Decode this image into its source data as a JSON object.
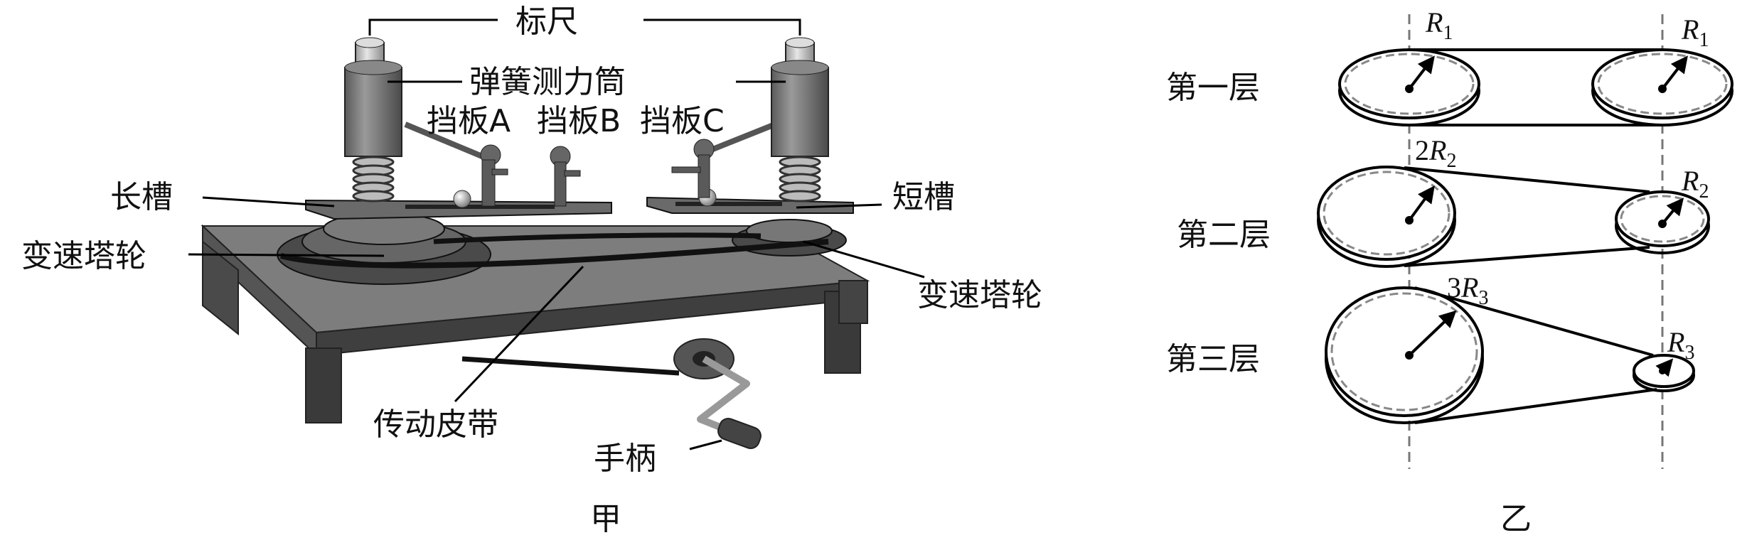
{
  "figure_a": {
    "caption": "甲",
    "labels": {
      "scale": "标尺",
      "spring_tube": "弹簧测力筒",
      "baffle_a": "挡板A",
      "baffle_b": "挡板B",
      "baffle_c": "挡板C",
      "long_groove": "长槽",
      "short_groove": "短槽",
      "tower_wheel_left": "变速塔轮",
      "tower_wheel_right": "变速塔轮",
      "belt": "传动皮带",
      "handle": "手柄"
    }
  },
  "figure_b": {
    "caption": "乙",
    "layers": [
      {
        "name": "第一层",
        "left_radius": "R",
        "left_sub": "1",
        "left_coef": "",
        "right_radius": "R",
        "right_sub": "1"
      },
      {
        "name": "第二层",
        "left_radius": "R",
        "left_sub": "2",
        "left_coef": "2",
        "right_radius": "R",
        "right_sub": "2"
      },
      {
        "name": "第三层",
        "left_radius": "R",
        "left_sub": "3",
        "left_coef": "3",
        "right_radius": "R",
        "right_sub": "3"
      }
    ]
  }
}
